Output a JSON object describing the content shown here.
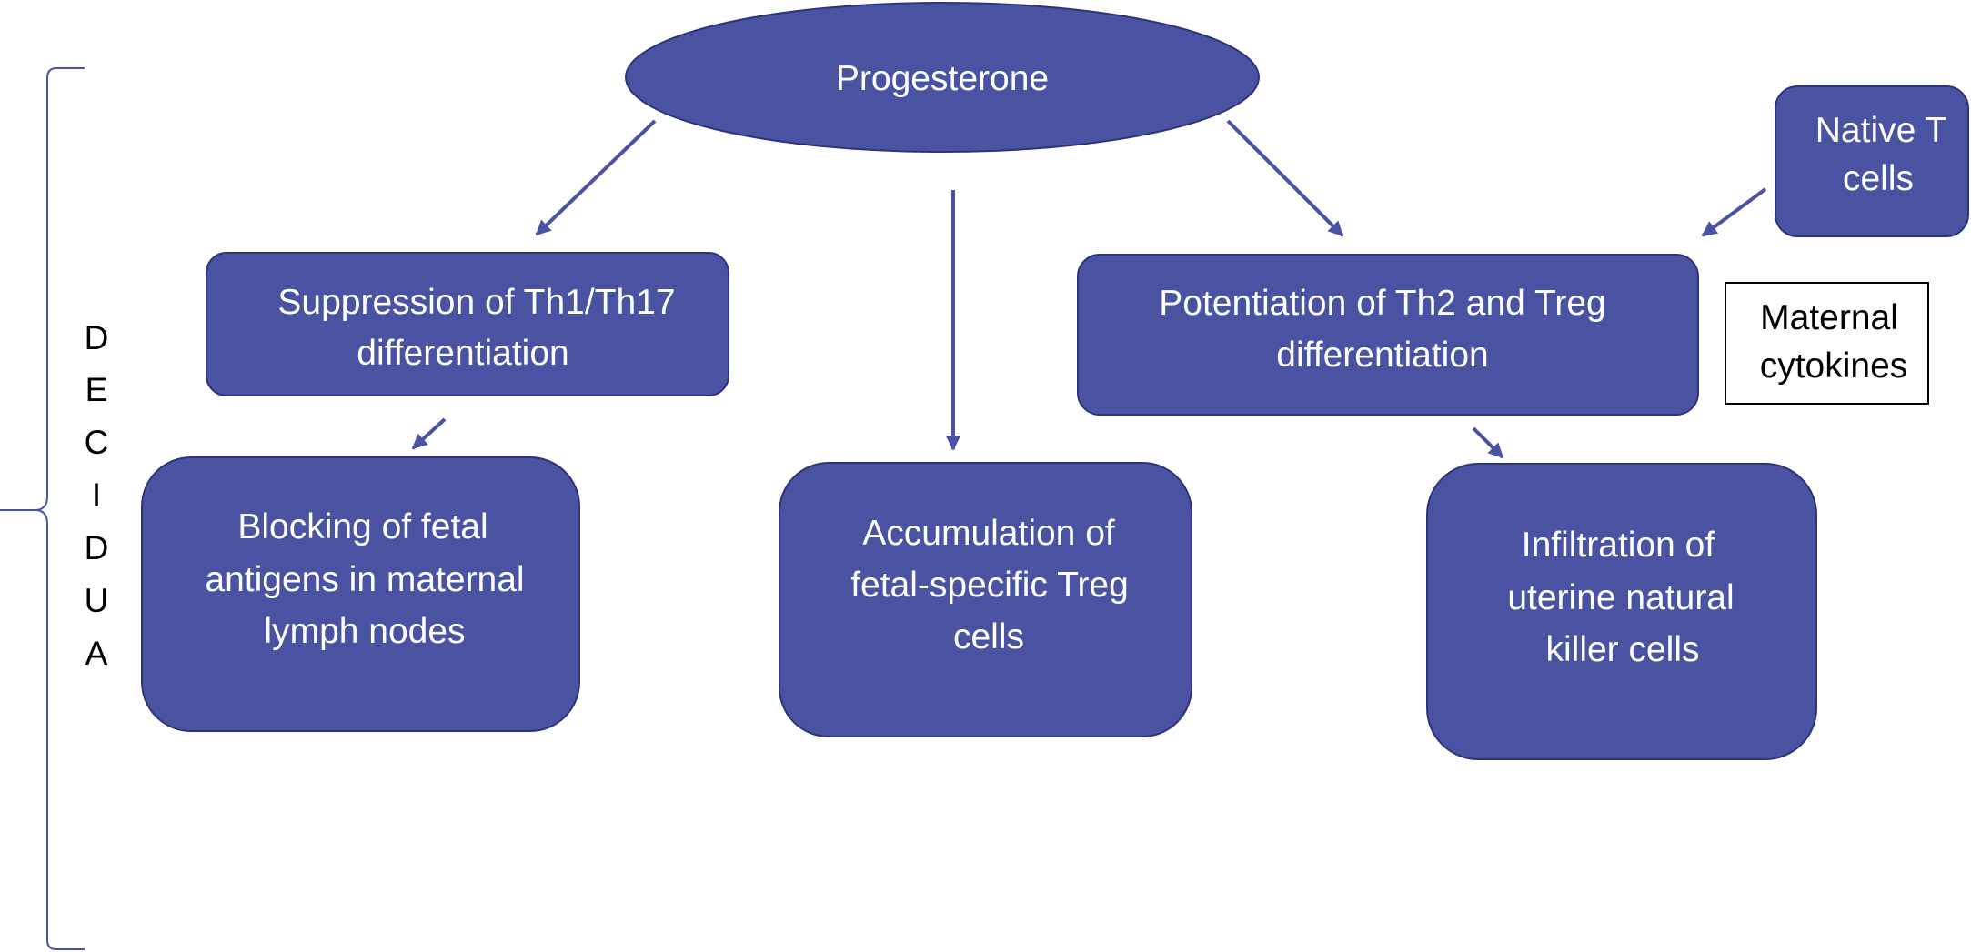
{
  "colors": {
    "node_fill": "#4a53a2",
    "node_stroke": "#2e3478",
    "arrow": "#4a53a2",
    "bracket": "#4a53a2",
    "text_on_node": "#ffffff",
    "text_plain": "#000000"
  },
  "nodes": {
    "progesterone": [
      "Progesterone"
    ],
    "suppression": [
      "Suppression of Th1/Th17",
      "differentiation"
    ],
    "potentiation": [
      "Potentiation of Th2 and Treg",
      "differentiation"
    ],
    "native_t_cells": [
      "Native T",
      "cells"
    ],
    "maternal_cytokines": [
      "Maternal",
      "cytokines"
    ],
    "blocking": [
      "Blocking of fetal",
      "antigens in maternal",
      "lymph nodes"
    ],
    "accumulation": [
      "Accumulation of",
      "fetal-specific Treg",
      "cells"
    ],
    "infiltration": [
      "Infiltration of",
      "uterine natural",
      "killer cells"
    ]
  },
  "side_label": {
    "letters": [
      "D",
      "E",
      "C",
      "I",
      "D",
      "U",
      "A"
    ]
  },
  "edges": [
    {
      "from": "progesterone",
      "to": "suppression"
    },
    {
      "from": "progesterone",
      "to": "accumulation"
    },
    {
      "from": "progesterone",
      "to": "potentiation"
    },
    {
      "from": "native_t_cells",
      "to": "potentiation"
    },
    {
      "from": "suppression",
      "to": "blocking"
    },
    {
      "from": "potentiation",
      "to": "infiltration"
    }
  ]
}
